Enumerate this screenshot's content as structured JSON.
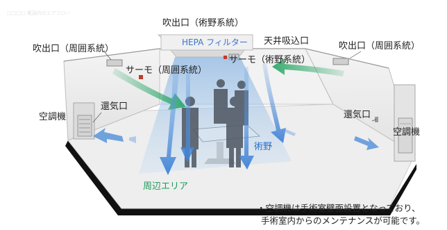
{
  "faint_caption": "□□□□ 電源内のエアフロー",
  "hepa_filter_label": "HEPA フィルター",
  "labels": {
    "outlet_surgical_top": "吹出口（術野系統）",
    "outlet_peripheral_left": "吹出口（周囲系統）",
    "outlet_peripheral_right": "吹出口（周囲系統）",
    "ceiling_intake": "天井吸込口",
    "thermo_surgical": "サーモ（術野系統）",
    "thermo_peripheral": "サーモ（周囲系統）",
    "ac_unit_left": "空調機",
    "ac_unit_right": "空調機",
    "return_air_left": "還気口",
    "return_air_right": "還気口",
    "surgical_field": "術野",
    "peripheral_area": "周辺エリア"
  },
  "note_lines": [
    "・空調機は手術室壁面設置となっており、",
    "手術室内からのメンテナンスが可能です。"
  ],
  "colors": {
    "green_arrow": "#2fa86a",
    "blue_arrow": "#4f8fd8",
    "airflow_fill": "#b8d4ee",
    "floor": "#eeeeee",
    "edge": "#111111",
    "surgical_label": "#2a6fd0",
    "peripheral_label": "#1a9a5a"
  }
}
